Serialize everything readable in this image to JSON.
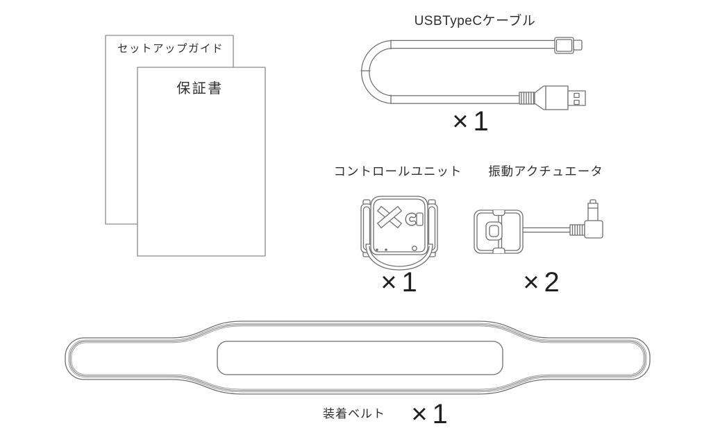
{
  "page": {
    "background": "#ffffff",
    "line_color": "#6e6e6e",
    "paper_line_color": "#8a8a8a",
    "text_color": "#2f2f2f"
  },
  "contents": {
    "setup_guide": {
      "label": "セットアップガイド"
    },
    "warranty": {
      "label": "保証書"
    },
    "usb_cable": {
      "label": "USBTypeCケーブル",
      "quantity": "×1"
    },
    "control_unit": {
      "label": "コントロールユニット",
      "quantity": "×1"
    },
    "vibration_actuator": {
      "label": "振動アクチュエータ",
      "quantity": "×2"
    },
    "belt": {
      "label": "装着ベルト",
      "quantity": "×1"
    }
  }
}
